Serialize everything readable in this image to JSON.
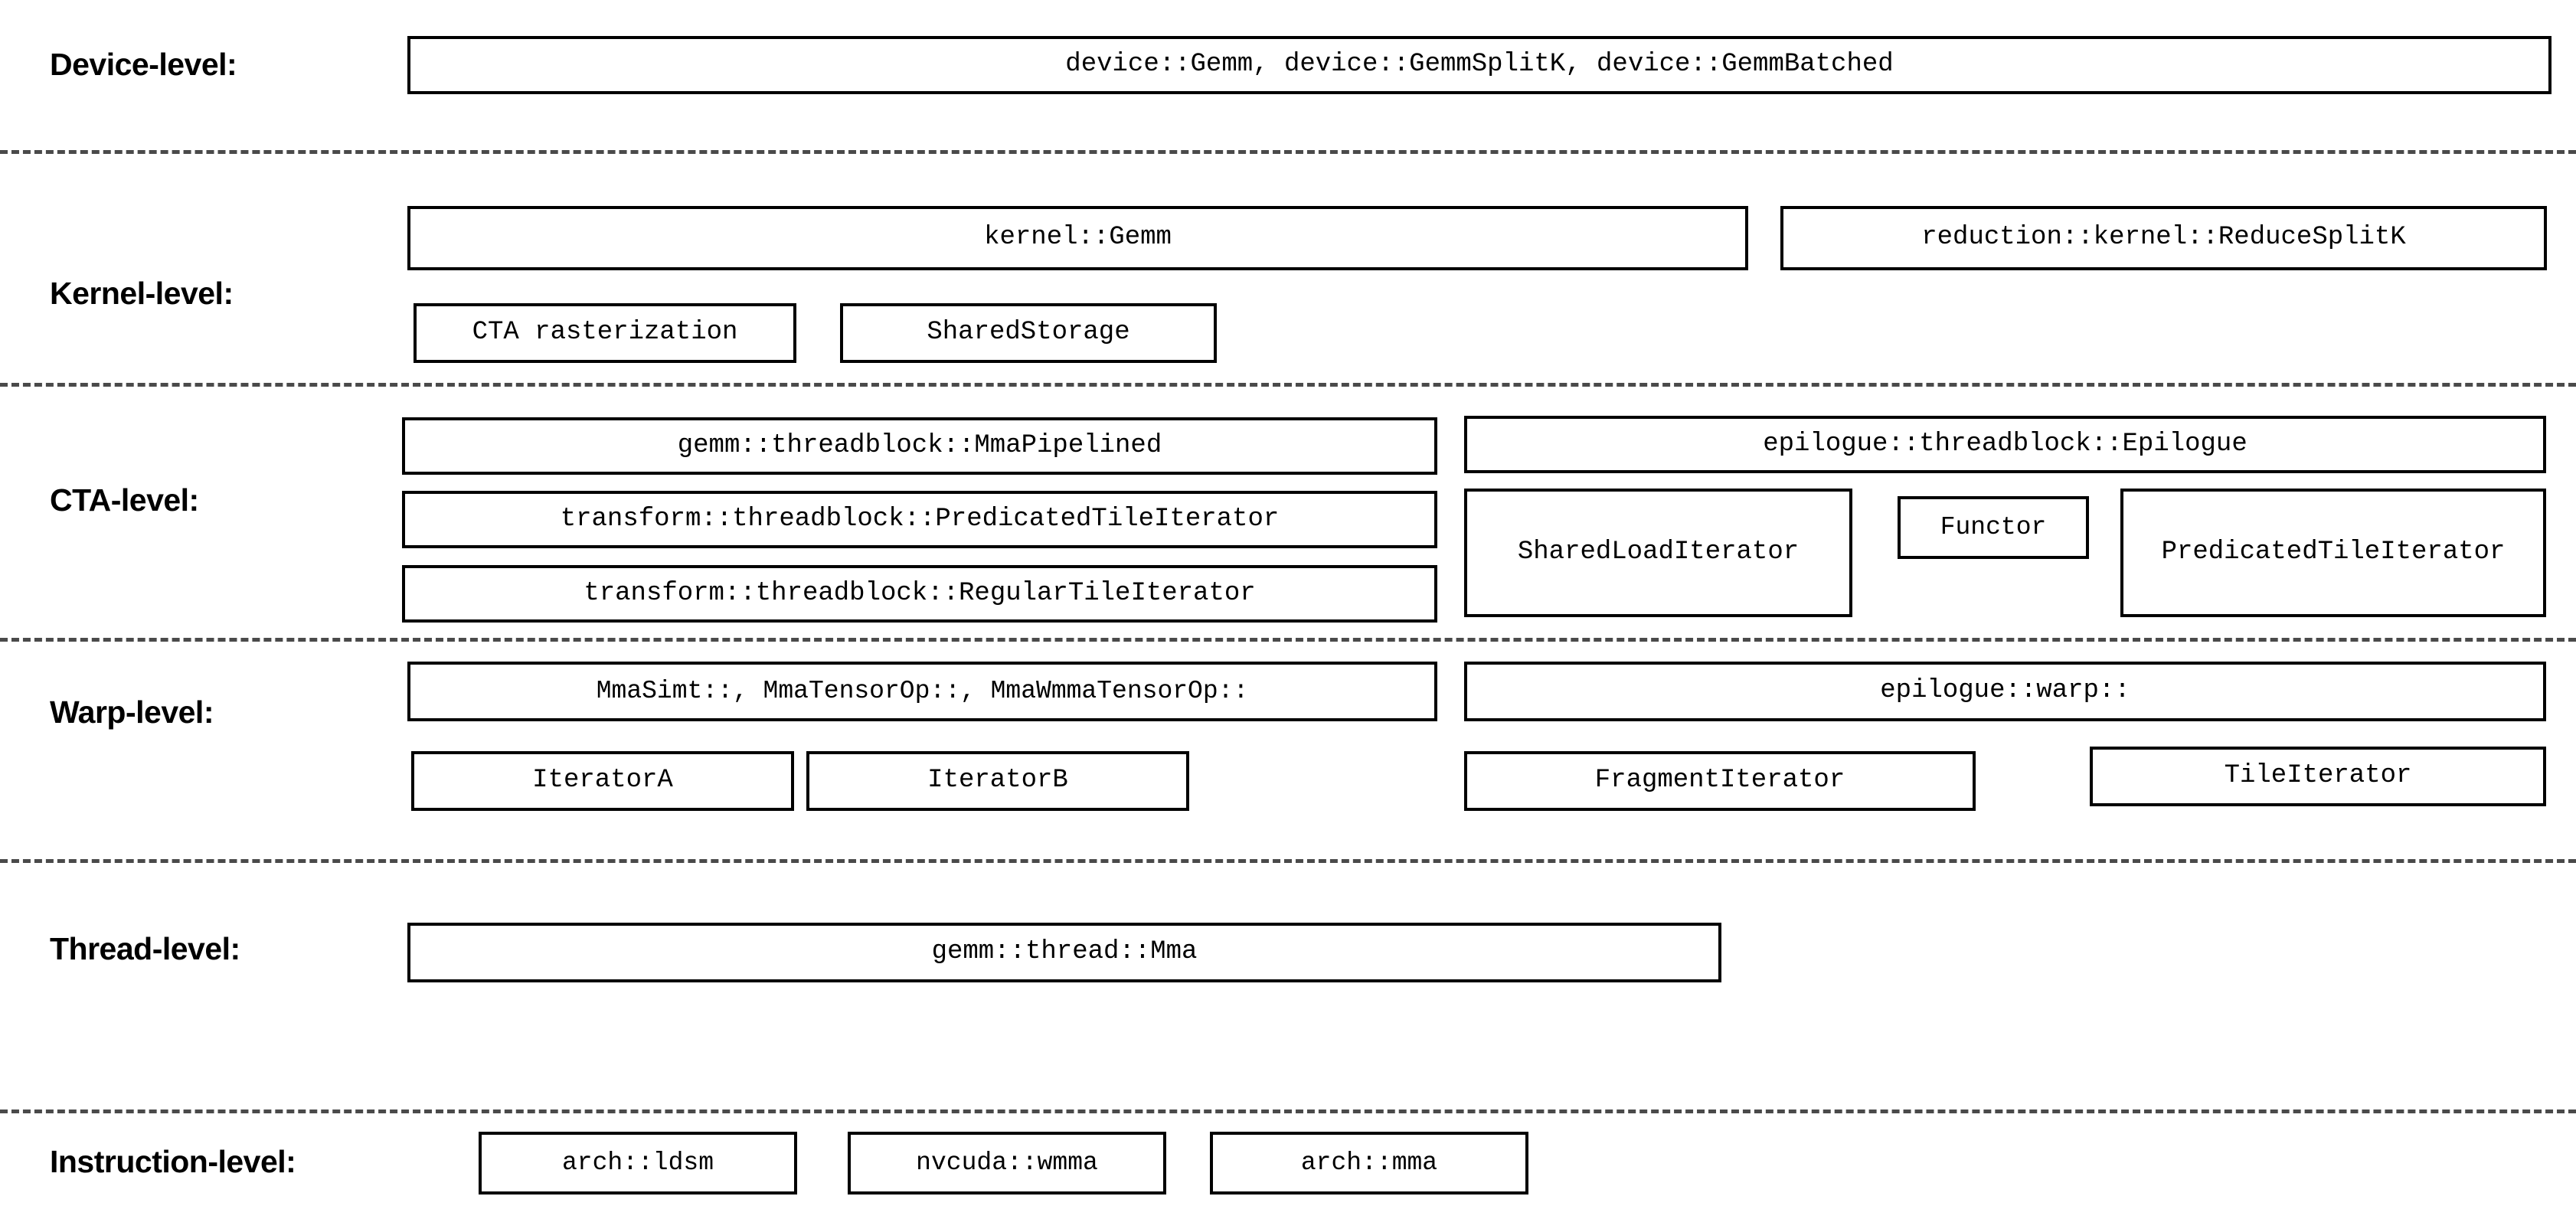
{
  "diagram": {
    "title": "CUTLASS GEMM hierarchical decomposition",
    "background_color": "#ffffff",
    "line_color": "#000000",
    "separator_color": "#4a4a4a"
  },
  "levels": [
    {
      "id": "device",
      "label": "Device-level:",
      "boxes": [
        {
          "name": "device-gemm-box",
          "text": "device::Gemm, device::GemmSplitK, device::GemmBatched"
        }
      ]
    },
    {
      "id": "kernel",
      "label": "Kernel-level:",
      "boxes": [
        {
          "name": "kernel-gemm-box",
          "text": "kernel::Gemm"
        },
        {
          "name": "reduction-reducesplitk-box",
          "text": "reduction::kernel::ReduceSplitK"
        },
        {
          "name": "cta-rasterization-box",
          "text": "CTA rasterization"
        },
        {
          "name": "shared-storage-box",
          "text": "SharedStorage"
        }
      ]
    },
    {
      "id": "cta",
      "label": "CTA-level:",
      "boxes": [
        {
          "name": "gemm-threadblock-mmapipelined-box",
          "text": "gemm::threadblock::MmaPipelined"
        },
        {
          "name": "epilogue-threadblock-epilogue-box",
          "text": "epilogue::threadblock::Epilogue"
        },
        {
          "name": "transform-threadblock-predicatedtileiterator-box",
          "text": "transform::threadblock::PredicatedTileIterator"
        },
        {
          "name": "shared-load-iterator-box",
          "text": "SharedLoadIterator"
        },
        {
          "name": "functor-box",
          "text": "Functor"
        },
        {
          "name": "predicated-tile-iterator-box",
          "text": "PredicatedTileIterator"
        },
        {
          "name": "transform-threadblock-regulartileiterator-box",
          "text": "transform::threadblock::RegularTileIterator"
        }
      ]
    },
    {
      "id": "warp",
      "label": "Warp-level:",
      "boxes": [
        {
          "name": "mma-variants-box",
          "text": "MmaSimt::, MmaTensorOp::, MmaWmmaTensorOp::"
        },
        {
          "name": "epilogue-warp-box",
          "text": "epilogue::warp::"
        },
        {
          "name": "iterator-a-box",
          "text": "IteratorA"
        },
        {
          "name": "iterator-b-box",
          "text": "IteratorB"
        },
        {
          "name": "fragment-iterator-box",
          "text": "FragmentIterator"
        },
        {
          "name": "tile-iterator-box",
          "text": "TileIterator"
        }
      ]
    },
    {
      "id": "thread",
      "label": "Thread-level:",
      "boxes": [
        {
          "name": "gemm-thread-mma-box",
          "text": "gemm::thread::Mma"
        }
      ]
    },
    {
      "id": "instruction",
      "label": "Instruction-level:",
      "boxes": [
        {
          "name": "arch-ldsm-box",
          "text": "arch::ldsm"
        },
        {
          "name": "nvcuda-wmma-box",
          "text": "nvcuda::wmma"
        },
        {
          "name": "arch-mma-box",
          "text": "arch::mma"
        }
      ]
    }
  ]
}
